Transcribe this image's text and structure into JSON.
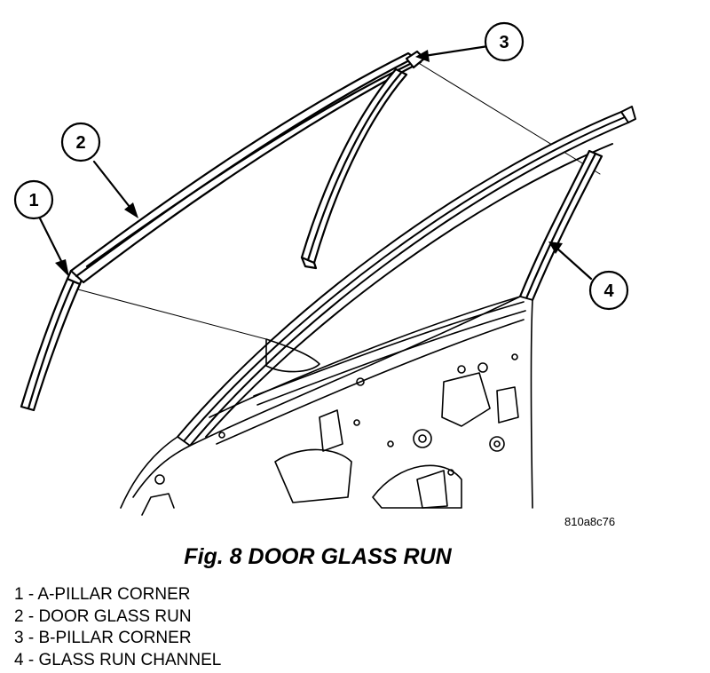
{
  "figure": {
    "code": "810a8c76",
    "title": "Fig. 8 DOOR GLASS RUN"
  },
  "callouts": [
    {
      "number": "1"
    },
    {
      "number": "2"
    },
    {
      "number": "3"
    },
    {
      "number": "4"
    }
  ],
  "legend": [
    {
      "text": "1 - A-PILLAR CORNER"
    },
    {
      "text": "2 - DOOR GLASS RUN"
    },
    {
      "text": "3 - B-PILLAR CORNER"
    },
    {
      "text": "4 - GLASS RUN CHANNEL"
    }
  ]
}
